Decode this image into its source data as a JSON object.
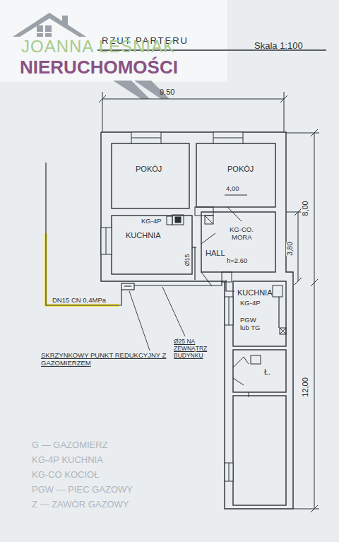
{
  "diagram": {
    "title": "RZUT PARTERU",
    "nodes": [
      {
        "text": [
          "POKÓJ"
        ]
      },
      {
        "text": [
          "POKÓJ",
          "4,00"
        ]
      },
      {
        "text": [
          "KUCHNIA",
          "KG-4P"
        ]
      },
      {
        "text": [
          "HALL",
          "h=2.60",
          "KG-CO.",
          "MORA"
        ]
      },
      {
        "text": [
          "KUCHNIA",
          "KG-4P",
          "PGW lub TG"
        ]
      },
      {
        "text": [
          "Ł."
        ]
      }
    ],
    "labels": [
      "JOANNA LEŚNIAK",
      "NIERUCHOMOŚCI",
      "Skala 1:100",
      "9.50",
      "8,00",
      "3,80",
      "12,00",
      "Ø15",
      "DN15 CN 0,4MPa",
      "SKRZYNKOWY PUNKT REDUKCYJNY Z GAZOMIERZEM",
      "Ø25 NA ZEWNĄTRZ BUDYNKU",
      "G — GAZOMIERZ",
      "KG-4P KUCHNIA",
      "KG-CO KOCIOŁ",
      "PGW — PIEC GAZOWY",
      "Z — ZAWÓR GAZOWY"
    ]
  }
}
